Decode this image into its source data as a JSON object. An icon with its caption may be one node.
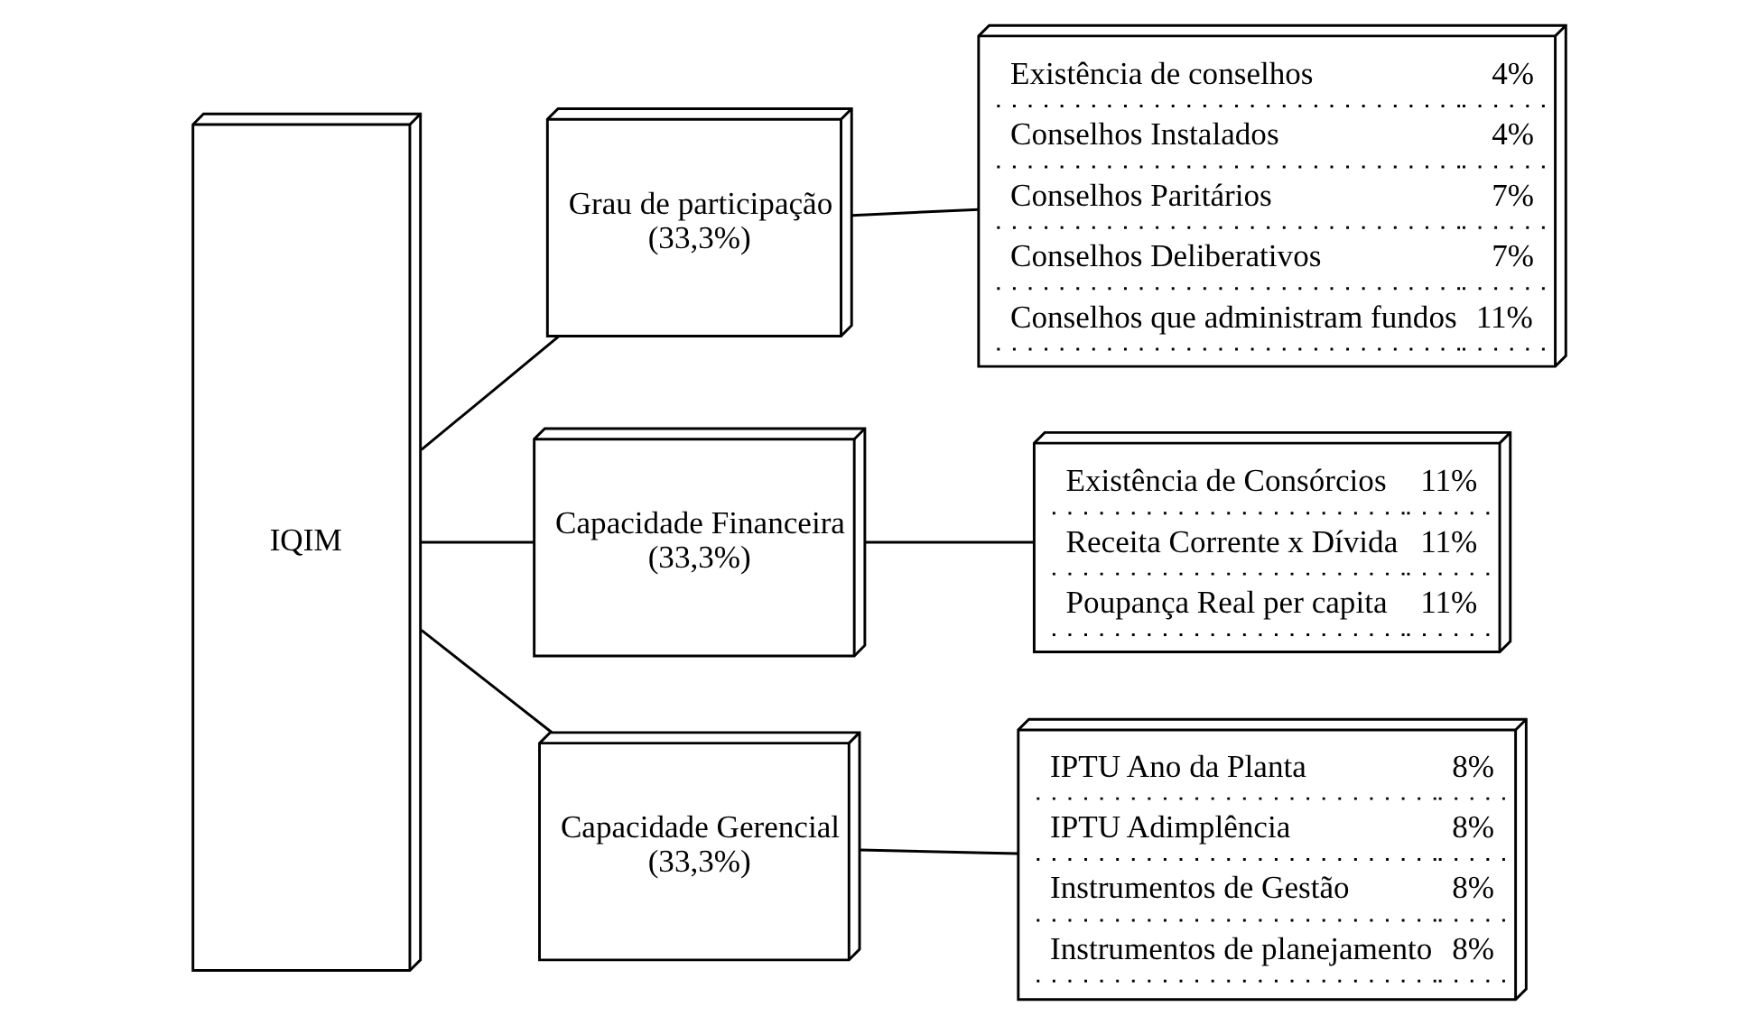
{
  "diagram": {
    "nodes": [
      {
        "text": [
          "IQIM"
        ]
      },
      {
        "text": [
          "Grau de participação",
          "(33,3%)"
        ]
      },
      {
        "text": [
          "Existência de conselhos",
          "4%",
          "Conselhos Instalados",
          "4%",
          "Conselhos Paritários",
          "7%",
          "Conselhos Deliberativos",
          "7%",
          "Conselhos que administram fundos",
          "11%"
        ]
      },
      {
        "text": [
          "Capacidade Financeira",
          "(33,3%)"
        ]
      },
      {
        "text": [
          "Existência de Consórcios",
          "11%",
          "Receita Corrente x Dívida",
          "11%",
          "Poupança Real per capita",
          "11%"
        ]
      },
      {
        "text": [
          "Capacidade Gerencial",
          "(33,3%)"
        ]
      },
      {
        "text": [
          "IPTU Ano da Planta",
          "8%",
          "IPTU Adimplência",
          "8%",
          "Instrumentos de Gestão",
          "8%",
          "Instrumentos de planejamento",
          "8%"
        ]
      }
    ],
    "edges": [
      {
        "from": 0,
        "to": 1,
        "arrow": "none"
      },
      {
        "from": 1,
        "to": 2,
        "arrow": "none"
      },
      {
        "from": 0,
        "to": 3,
        "arrow": "none"
      },
      {
        "from": 3,
        "to": 4,
        "arrow": "none"
      },
      {
        "from": 0,
        "to": 5,
        "arrow": "none"
      },
      {
        "from": 5,
        "to": 6,
        "arrow": "none"
      }
    ]
  }
}
